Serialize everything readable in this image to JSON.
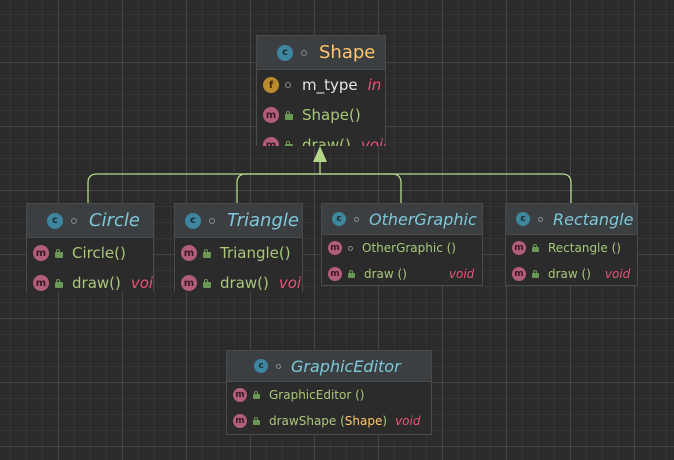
{
  "diagram": {
    "shape": {
      "name": "Shape",
      "field_name": "m_type",
      "field_type": "in",
      "ctor": "Shape()",
      "draw_name": "draw()",
      "draw_type": "void"
    },
    "circle": {
      "name": "Circle",
      "ctor": "Circle()",
      "draw_name": "draw()",
      "draw_type": "void"
    },
    "triangle": {
      "name": "Triangle",
      "ctor": "Triangle()",
      "draw_name": "draw()",
      "draw_type": "void"
    },
    "other": {
      "name": "OtherGraphic",
      "ctor": "OtherGraphic ()",
      "draw_name": "draw ()",
      "draw_type": "void"
    },
    "rectangle": {
      "name": "Rectangle",
      "ctor": "Rectangle ()",
      "draw_name": "draw ()",
      "draw_type": "void"
    },
    "editor": {
      "name": "GraphicEditor",
      "ctor": "GraphicEditor ()",
      "method_name": "drawShape (",
      "method_param": "Shape",
      "method_close": ")",
      "method_type": "void"
    }
  },
  "icons": {
    "class_letter": "c",
    "method_letter": "m",
    "field_letter": "f"
  },
  "colors": {
    "background": "#2b2b2b",
    "header": "#3c3f41",
    "arrow": "#b5d68a",
    "class_icon": "#3e86a0",
    "method_icon": "#b35e79",
    "field_icon": "#b98a30",
    "type": "#e85577"
  }
}
